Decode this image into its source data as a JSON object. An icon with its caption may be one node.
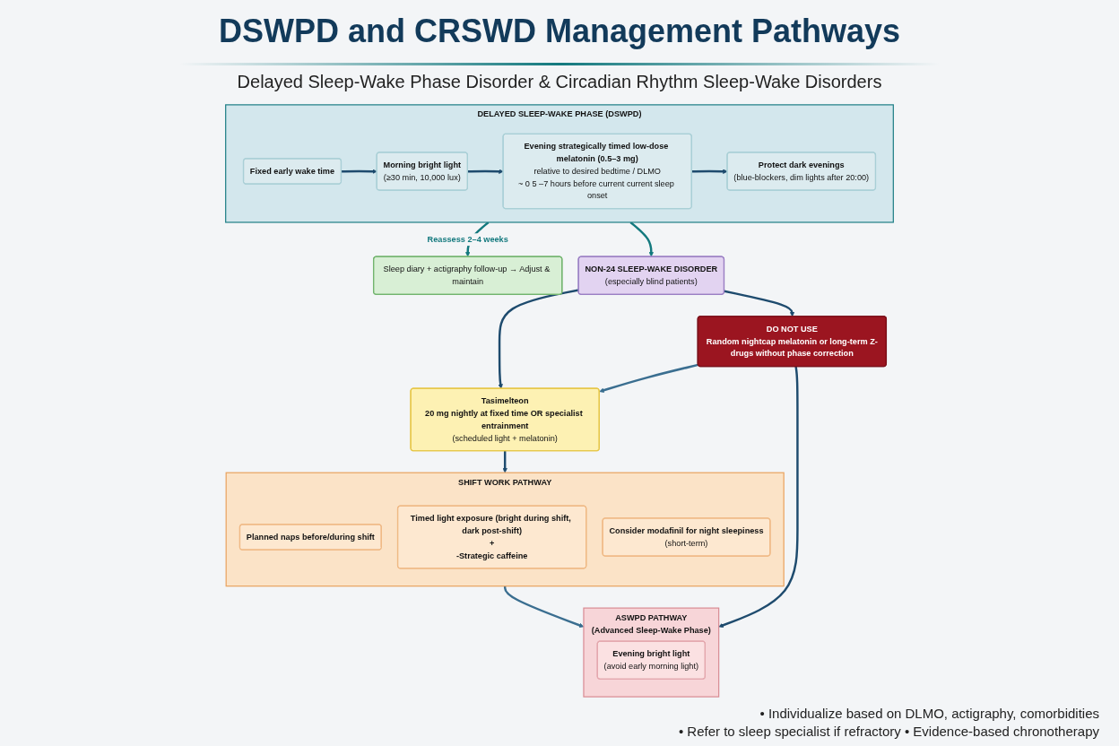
{
  "diagram": {
    "title": "DSWPD and CRSWD Management Pathways",
    "nodes": [
      {
        "text": [
          "DELAYED SLEEP-WAKE PHASE (DSWPD)"
        ]
      },
      {
        "text": [
          "Fixed early wake time"
        ],
        "in": 0
      },
      {
        "text": [
          "Morning bright light",
          "(≥30 min, 10,000 lux)"
        ],
        "in": 0
      },
      {
        "text": [
          "Evening strategically timed low-dose melatonin (0.5–3 mg)",
          "relative to desired bedtime / DLMO",
          "~ 0 5 –7 hours before current current sleep onset"
        ],
        "in": 0
      },
      {
        "text": [
          "Protect dark evenings",
          "(blue-blockers, dim lights after 20:00)"
        ],
        "in": 0
      },
      {
        "text": [
          "Sleep diary + actigraphy follow-up → Adjust & maintain"
        ]
      },
      {
        "text": [
          "NON-24 SLEEP-WAKE DISORDER",
          "(especially blind patients)"
        ]
      },
      {
        "text": [
          "Tasimelteon",
          "20 mg nightly at fixed time OR specialist entrainment",
          "(scheduled light + melatonin)"
        ]
      },
      {
        "text": [
          "SHIFT WORK PATHWAY"
        ]
      },
      {
        "text": [
          "Planned naps before/during shift"
        ],
        "in": 8
      },
      {
        "text": [
          "Timed light exposure (bright during shift, dark post-shift)",
          "+",
          "-Strategic caffeine"
        ],
        "in": 8
      },
      {
        "text": [
          "Consider modafinil for night sleepiness",
          "(short-term)"
        ],
        "in": 8
      },
      {
        "text": [
          "DO NOT USE",
          "Random nightcap melatonin or long-term Z-drugs without phase correction"
        ]
      },
      {
        "text": [
          "ASWPD PATHWAY",
          "(Advanced Sleep-Wake Phase)"
        ]
      },
      {
        "text": [
          "Evening bright light",
          "(avoid early morning light)"
        ],
        "in": 13
      }
    ],
    "edges": [
      {
        "from": 1,
        "to": 2,
        "arrow": "to"
      },
      {
        "from": 2,
        "to": 3,
        "arrow": "to"
      },
      {
        "from": 3,
        "to": 4,
        "arrow": "to"
      },
      {
        "from": 0,
        "to": 5,
        "arrow": "to",
        "label": "Reassess 2–4 weeks",
        "color": "#13797e"
      },
      {
        "from": 0,
        "to": 6,
        "arrow": "to",
        "color": "#13797e"
      },
      {
        "from": 6,
        "to": 7,
        "arrow": "to"
      },
      {
        "from": 7,
        "to": 8,
        "arrow": "to"
      },
      {
        "from": 6,
        "to": 12,
        "arrow": "to"
      },
      {
        "from": 12,
        "to": 7,
        "arrow": "to",
        "color": "#3a6e90"
      },
      {
        "from": 8,
        "to": 13,
        "arrow": "to",
        "color": "#3a6e90"
      },
      {
        "from": 12,
        "to": 13,
        "arrow": "to"
      }
    ],
    "labels": [
      "Delayed Sleep-Wake Phase Disorder & Circadian Rhythm Sleep-Wake Disorders",
      "• Individualize based on DLMO, actigraphy, comorbidities",
      "• Refer to sleep specialist if refractory • Evidence-based chronotherapy"
    ]
  }
}
